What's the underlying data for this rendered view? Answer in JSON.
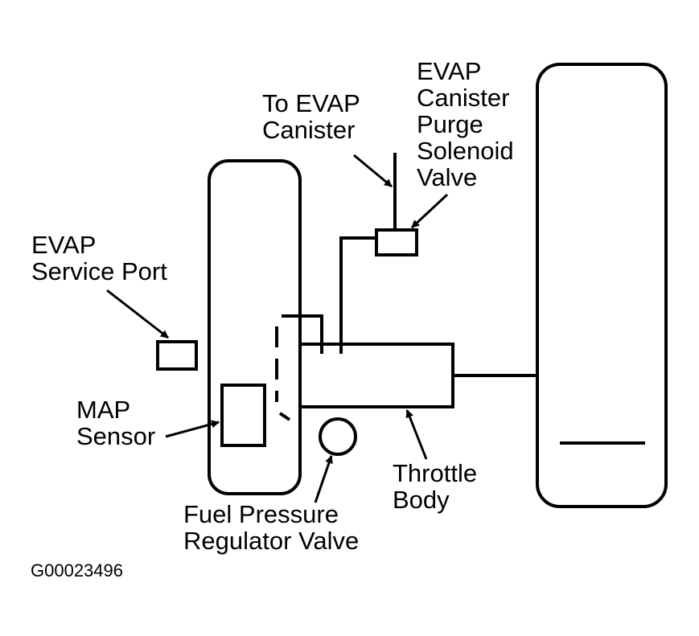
{
  "labels": {
    "evap_canister": [
      "To EVAP",
      "Canister"
    ],
    "purge_solenoid": [
      "EVAP",
      "Canister",
      "Purge",
      "Solenoid",
      "Valve"
    ],
    "service_port": [
      "EVAP",
      "Service Port"
    ],
    "map_sensor": [
      "MAP",
      "Sensor"
    ],
    "throttle_body": [
      "Throttle",
      "Body"
    ],
    "fuel_regulator": [
      "Fuel Pressure",
      "Regulator Valve"
    ]
  },
  "figure_id": "G00023496",
  "colors": {
    "ink": "#000000",
    "background": "#ffffff"
  }
}
